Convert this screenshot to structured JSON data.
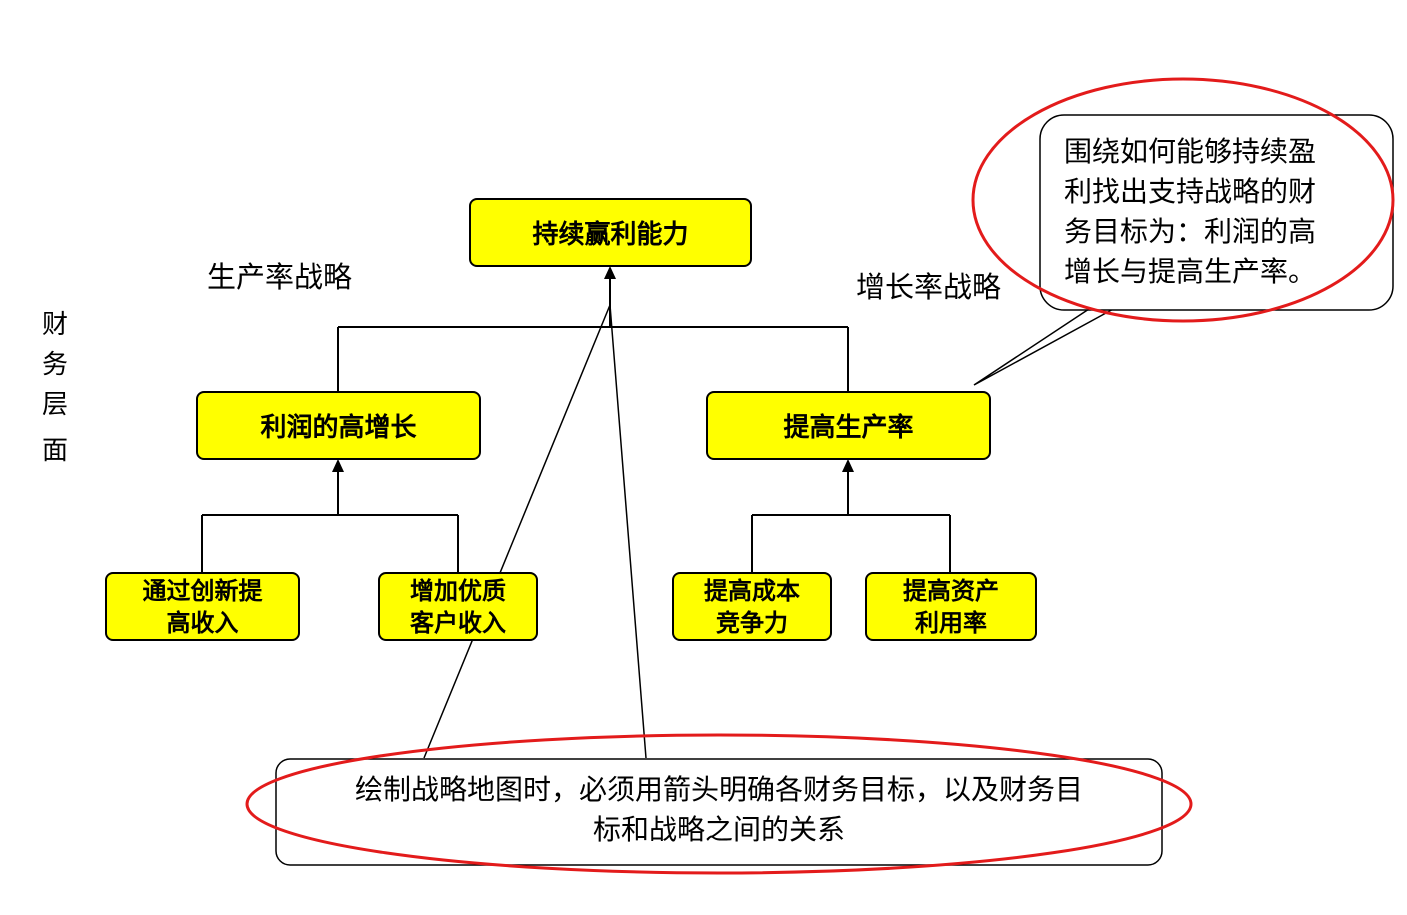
{
  "colors": {
    "node_fill": "#ffff00",
    "ellipse": "#e31b1b",
    "line": "#000000"
  },
  "side_label": "财务层面",
  "side_label_chars": [
    "财",
    "务",
    "层",
    "面"
  ],
  "top_node": "持续赢利能力",
  "strategy_labels": {
    "left": "生产率战略",
    "right": "增长率战略"
  },
  "mid_nodes": {
    "left": "利润的高增长",
    "right": "提高生产率"
  },
  "leaf_nodes": {
    "innovation_line1": "通过创新提",
    "innovation_line2": "高收入",
    "quality_line1": "增加优质",
    "quality_line2": "客户收入",
    "cost_line1": "提高成本",
    "cost_line2": "竞争力",
    "asset_line1": "提高资产",
    "asset_line2": "利用率"
  },
  "callout_top": {
    "lines": [
      "围绕如何能够持续盈",
      "利找出支持战略的财",
      "务目标为：利润的高",
      "增长与提高生产率。"
    ]
  },
  "callout_bottom": {
    "line1": "绘制战略地图时，必须用箭头明确各财务目标，以及财务目",
    "line2": "标和战略之间的关系"
  }
}
